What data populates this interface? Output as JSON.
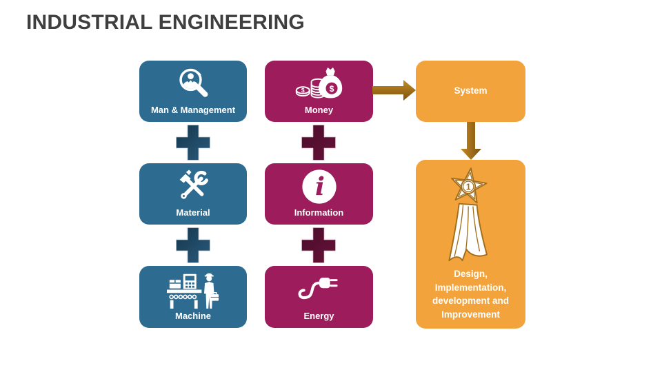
{
  "slide": {
    "title": "INDUSTRIAL ENGINEERING"
  },
  "colors": {
    "teal_box": "#2E6B90",
    "magenta_box": "#9C1C5C",
    "orange_box": "#F2A33C",
    "teal_plus_dark": "#14364C",
    "teal_plus_light": "#2B5B7D",
    "magenta_plus_dark": "#4A0C2A",
    "magenta_plus_light": "#661238",
    "arrow_light": "#C58A25",
    "arrow_dark": "#7C520E",
    "title_text": "#3F3F3F",
    "award_outline": "#A06E1C",
    "text_on_box": "#FFFFFF"
  },
  "boxes": {
    "man_management": {
      "label": "Man & Management",
      "icon": "person-magnifier-icon"
    },
    "money": {
      "label": "Money",
      "icon": "money-bag-icon",
      "dollar": "$"
    },
    "system": {
      "label": "System"
    },
    "material": {
      "label": "Material",
      "icon": "hammer-wrench-icon"
    },
    "information": {
      "label": "Information",
      "icon": "info-icon",
      "glyph": "i"
    },
    "machine": {
      "label": "Machine",
      "icon": "factory-machine-icon"
    },
    "energy": {
      "label": "Energy",
      "icon": "power-plug-icon"
    },
    "design": {
      "label": "Design, Implementation, development and Improvement",
      "icon": "award-ribbon-icon",
      "badge": "1"
    }
  }
}
